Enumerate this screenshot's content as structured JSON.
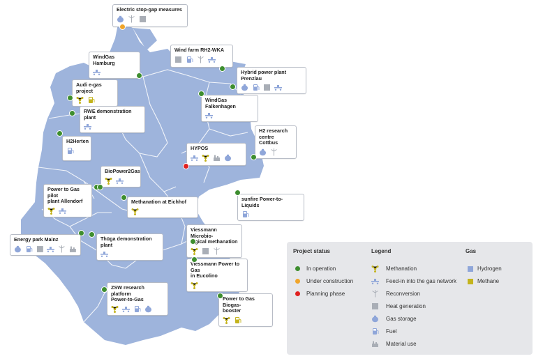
{
  "colors": {
    "land": "#9eb4dc",
    "border": "#ffffff",
    "operation": "#3e8e2f",
    "construction": "#f0a52a",
    "planning": "#e0201f",
    "hydrogen": "#8fa6d9",
    "methane": "#c4b41d",
    "grayicon": "#a9aeb6"
  },
  "projects": [
    {
      "id": "p1",
      "label": "Electric stop-gap measures",
      "status": "construction",
      "icons": [
        "gas-storage",
        "reconversion",
        "heat-generation"
      ]
    },
    {
      "id": "p2",
      "label": "WindGas Hamburg",
      "status": "operation",
      "icons": [
        "feed-in"
      ]
    },
    {
      "id": "p3",
      "label": "Wind farm RH2-WKA",
      "status": "operation",
      "icons": [
        "heat-generation",
        "fuel",
        "reconversion",
        "feed-in"
      ]
    },
    {
      "id": "p4",
      "label": "Hybrid power plant Prenzlau",
      "status": "operation",
      "icons": [
        "gas-storage",
        "fuel",
        "heat-generation",
        "feed-in"
      ]
    },
    {
      "id": "p5",
      "label": "Audi e-gas project",
      "status": "operation",
      "icons": [
        "methanation",
        "fuel-m"
      ]
    },
    {
      "id": "p6",
      "label": "WindGas Falkenhagen",
      "status": "operation",
      "icons": [
        "feed-in"
      ]
    },
    {
      "id": "p7",
      "label": "RWE demonstration plant",
      "status": "operation",
      "icons": [
        "feed-in"
      ]
    },
    {
      "id": "p8",
      "label": "H2Herten",
      "status": "operation",
      "icons": [
        "fuel"
      ]
    },
    {
      "id": "p9",
      "label": "H2 research\ncentre Cottbus",
      "status": "operation",
      "icons": [
        "gas-storage",
        "reconversion"
      ]
    },
    {
      "id": "p10",
      "label": "HYPOS",
      "status": "planning",
      "icons": [
        "feed-in",
        "methanation",
        "material-use",
        "gas-storage"
      ]
    },
    {
      "id": "p11",
      "label": "BioPower2Gas",
      "status": "operation",
      "icons": [
        "methanation",
        "feed-in"
      ]
    },
    {
      "id": "p12",
      "label": "Power to Gas pilot\nplant Allendorf",
      "status": "operation",
      "icons": [
        "methanation",
        "feed-in"
      ]
    },
    {
      "id": "p13",
      "label": "Methanation at Eichhof",
      "status": "operation",
      "icons": [
        "methanation"
      ]
    },
    {
      "id": "p14",
      "label": "sunfire Power-to-Liquids",
      "status": "operation",
      "icons": [
        "fuel"
      ]
    },
    {
      "id": "p15",
      "label": "Energy park Mainz",
      "status": "operation",
      "icons": [
        "gas-storage",
        "fuel",
        "heat-generation",
        "feed-in",
        "reconversion",
        "material-use"
      ]
    },
    {
      "id": "p16",
      "label": "Thüga demonstration plant",
      "status": "operation",
      "icons": [
        "feed-in"
      ]
    },
    {
      "id": "p17",
      "label": "Viessmann Microbio-\nlogical methanation",
      "status": "operation",
      "icons": [
        "methanation",
        "heat-generation",
        "reconversion"
      ]
    },
    {
      "id": "p18",
      "label": "Viessmann Power to Gas\nin Eucolino",
      "status": "operation",
      "icons": [
        "methanation"
      ]
    },
    {
      "id": "p19",
      "label": "ZSW research platform\nPower-to-Gas",
      "status": "operation",
      "icons": [
        "methanation",
        "feed-in",
        "fuel",
        "gas-storage"
      ]
    },
    {
      "id": "p20",
      "label": "Power to Gas Biogas-\nbooster",
      "status": "operation",
      "icons": [
        "methanation",
        "fuel-m"
      ]
    }
  ],
  "legend": {
    "status_title": "Project status",
    "status_items": [
      {
        "label": "In operation",
        "color": "#3e8e2f"
      },
      {
        "label": "Under construction",
        "color": "#f0a52a"
      },
      {
        "label": "Planning phase",
        "color": "#e0201f"
      }
    ],
    "legend_title": "Legend",
    "legend_items": [
      {
        "label": "Methanation",
        "icon": "methanation"
      },
      {
        "label": "Feed-in into the gas network",
        "icon": "feed-in"
      },
      {
        "label": "Reconversion",
        "icon": "reconversion"
      },
      {
        "label": "Heat generation",
        "icon": "heat-generation"
      },
      {
        "label": "Gas storage",
        "icon": "gas-storage"
      },
      {
        "label": "Fuel",
        "icon": "fuel"
      },
      {
        "label": "Material use",
        "icon": "material-use"
      }
    ],
    "gas_title": "Gas",
    "gas_items": [
      {
        "label": "Hydrogen",
        "color": "#8fa6d9"
      },
      {
        "label": "Methane",
        "color": "#c4b41d"
      }
    ]
  }
}
